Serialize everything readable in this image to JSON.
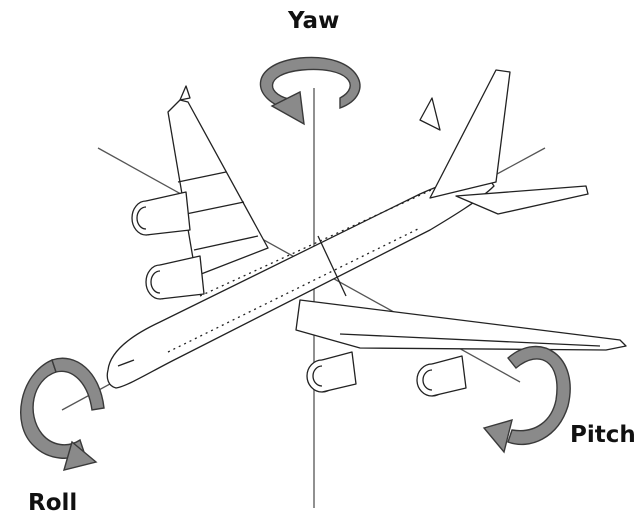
{
  "labels": {
    "yaw": "Yaw",
    "pitch": "Pitch",
    "roll": "Roll"
  },
  "colors": {
    "arrow_fill": "#8a8a8a",
    "arrow_edge": "#3a3a3a",
    "line": "#222222",
    "axis": "#555555",
    "background": "#ffffff"
  }
}
